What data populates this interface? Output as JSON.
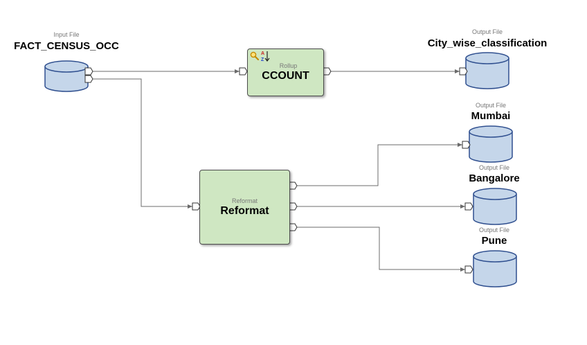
{
  "nodes": {
    "fact_census": {
      "type_label": "Input File",
      "name": "FACT_CENSUS_OCC"
    },
    "rollup": {
      "type_label": "Rollup",
      "name": "CCOUNT"
    },
    "city_wise": {
      "type_label": "Output File",
      "name": "City_wise_classification"
    },
    "reformat": {
      "type_label": "Reformat",
      "name": "Reformat"
    },
    "mumbai": {
      "type_label": "Output File",
      "name": "Mumbai"
    },
    "bangalore": {
      "type_label": "Output File",
      "name": "Bangalore"
    },
    "pune": {
      "type_label": "Output File",
      "name": "Pune"
    }
  },
  "icons": {
    "rollup_icons": [
      "magnifier-icon",
      "sort-az-icon"
    ],
    "datastore": "database-cylinder-icon"
  },
  "colors": {
    "component_fill": "#cfe7c2",
    "cylinder_fill": "#c5d6ea",
    "cylinder_stroke": "#2f4f8f",
    "edge": "#6b6b6b"
  }
}
